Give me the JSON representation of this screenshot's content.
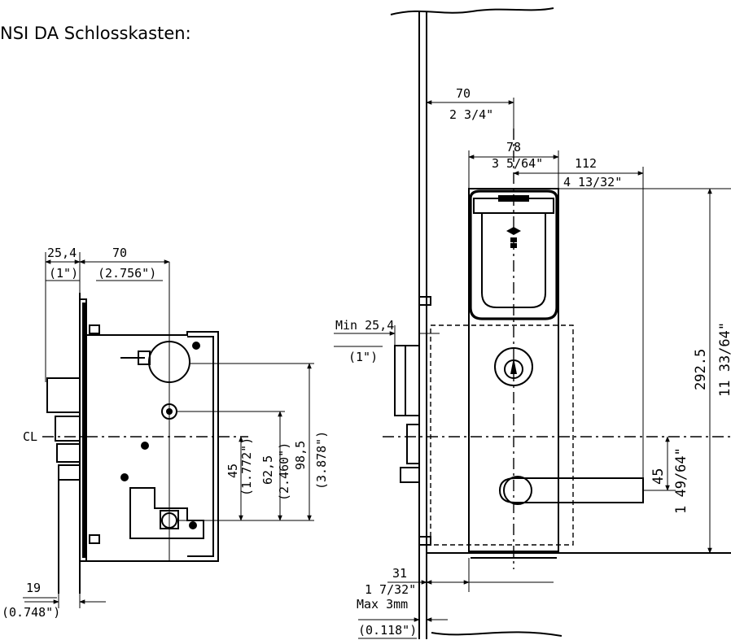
{
  "title": "NSI DA Schlosskasten:",
  "lock_case": {
    "dim_25_4": "25,4",
    "dim_1in": "(1\")",
    "dim_70": "70",
    "dim_2_756": "(2.756\")",
    "cl": "CL",
    "dim_45": "45",
    "dim_1_772": "(1.772\")",
    "dim_62_5": "62,5",
    "dim_2_460": "(2.460\")",
    "dim_98_5": "98,5",
    "dim_3_878": "(3.878\")",
    "dim_19": "19",
    "dim_0_748": "(0.748\")"
  },
  "door_view": {
    "dim_70": "70",
    "dim_2_3_4": "2 3/4\"",
    "dim_78": "78",
    "dim_3_5_64": "3 5/64\"",
    "dim_112": "112",
    "dim_4_13_32": "4 13/32\"",
    "dim_min_25_4": "Min 25,4",
    "dim_1in": "(1\")",
    "dim_292_5": "292.5",
    "dim_11_33_64": "11 33/64\"",
    "dim_45": "45",
    "dim_1_49_64": "1 49/64\"",
    "dim_31": "31",
    "dim_1_7_32": "1 7/32\"",
    "max_3mm": "Max 3mm",
    "dim_0_118": "(0.118\")"
  }
}
